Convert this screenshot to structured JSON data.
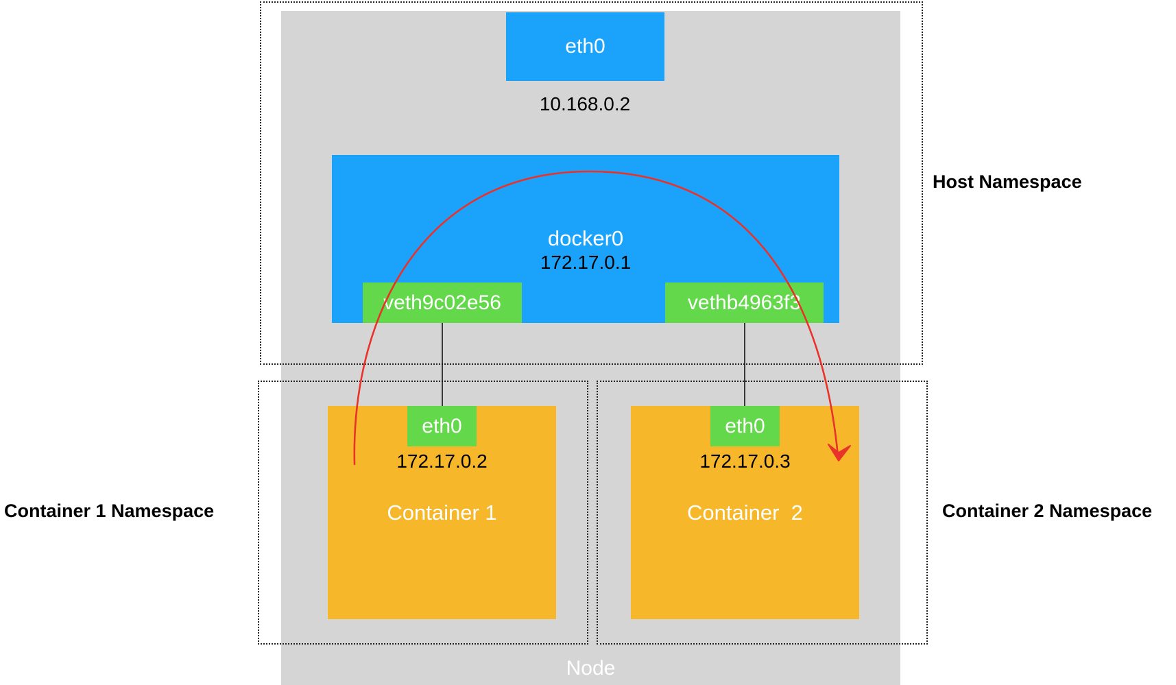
{
  "host": {
    "namespace_label": "Host Namespace",
    "eth0": {
      "label": "eth0",
      "ip": "10.168.0.2"
    },
    "bridge": {
      "label": "docker0",
      "ip": "172.17.0.1"
    },
    "veths": [
      {
        "label": "veth9c02e56"
      },
      {
        "label": "vethb4963f3"
      }
    ]
  },
  "containers": [
    {
      "namespace_label": "Container 1 Namespace",
      "name": "Container 1",
      "eth0": "eth0",
      "ip": "172.17.0.2"
    },
    {
      "namespace_label": "Container 2 Namespace",
      "name": "Container  2",
      "eth0": "eth0",
      "ip": "172.17.0.3"
    }
  ],
  "node": {
    "label": "Node"
  },
  "colors": {
    "node": "#d5d5d5",
    "bridge": "#1ba3fc",
    "veth": "#62d84a",
    "container": "#f6b72a",
    "arrow": "#e8322a"
  }
}
